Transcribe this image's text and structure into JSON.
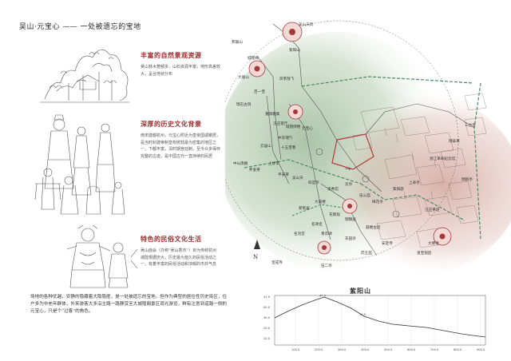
{
  "page": {
    "title": "吴山·元宝心 —— 一处被遗忘的宝地"
  },
  "sections": [
    {
      "heading": "丰富的自然景观资源",
      "body": "吴山林木葱郁多，山石资源丰富，地形高差较大，呈台地状分布"
    },
    {
      "heading": "深厚的历史文化背景",
      "body": "南宋建都杭州，元宝心附近为皇亲国戚聚居，是当时封建帝制皇权统辖最为密集的地区之一，下都丰富，清时期宫廷制，至今众多保存完整的古迹，是中国古代一直持续的民居"
    },
    {
      "heading": "特色的民俗文化生活",
      "body": "吴山庙会（亦称“吴山香市”）目为传统杭州城隍根据庆大，历史最为悠久的民俗活动之一，有着丰富的民俗活动和浓郁的市井气息"
    }
  ],
  "bottom_text": "场地的各种优越，安静的隐藏着大隐隐匿，是一处被遗忘的宝地。但作为典型的居住性历史街区，住户多为中老年群体，外来游客大多沿主路一路静赏至大城隍阁景区观光游览，鲜有注意到道路一侧的元宝心，只是个“过客”的角色。",
  "map": {
    "labels": [
      "吴山天风",
      "邦辰山",
      "城隍阁",
      "紫阳山",
      "大观山",
      "风筝放飞",
      "百一佳",
      "瑞石古洞",
      "重阳雅集",
      "汪庄客厅",
      "城隍牌楼",
      "元宝心",
      "中东瑞气",
      "云居山",
      "十五奎巷",
      "中山南路",
      "怀爱茶",
      "上好年",
      "平安茶",
      "吴山天",
      "四宜亭",
      "泽秀馆",
      "云亭",
      "伍公庙",
      "大观楼",
      "新民居",
      "花雨观",
      "瑞锦居",
      "名颂名",
      "名流堂",
      "青衣碑",
      "东园亭",
      "鼓楼古迹",
      "药王庙",
      "宝成寺",
      "伍二亭",
      "梅花亭",
      "紫阳庭",
      "上寿亭",
      "浙江革命纪念馆",
      "瑞泰茶",
      "三台亭",
      "瑞鹤亭",
      "汪庄茶语",
      "大佛寺",
      "道宝观后",
      "安定寺"
    ],
    "north_label": "N",
    "legend_symbol": "→"
  },
  "profile": {
    "title": "紫阳山",
    "peak_label": "47.9",
    "point_label": "32.5",
    "x_ticks": [
      "100.0",
      "200.0",
      "300.0",
      "400.0",
      "500.0",
      "600.0",
      "700.0",
      "800.0",
      "900.0"
    ],
    "y_ticks": [
      "47.9",
      "40.0",
      "30.0",
      "20.0",
      "10.0"
    ]
  },
  "colors": {
    "accent": "#9b2e2e",
    "map_green": "#9fbf9a",
    "map_pink": "#c98b82",
    "road": "#4a8a60"
  }
}
